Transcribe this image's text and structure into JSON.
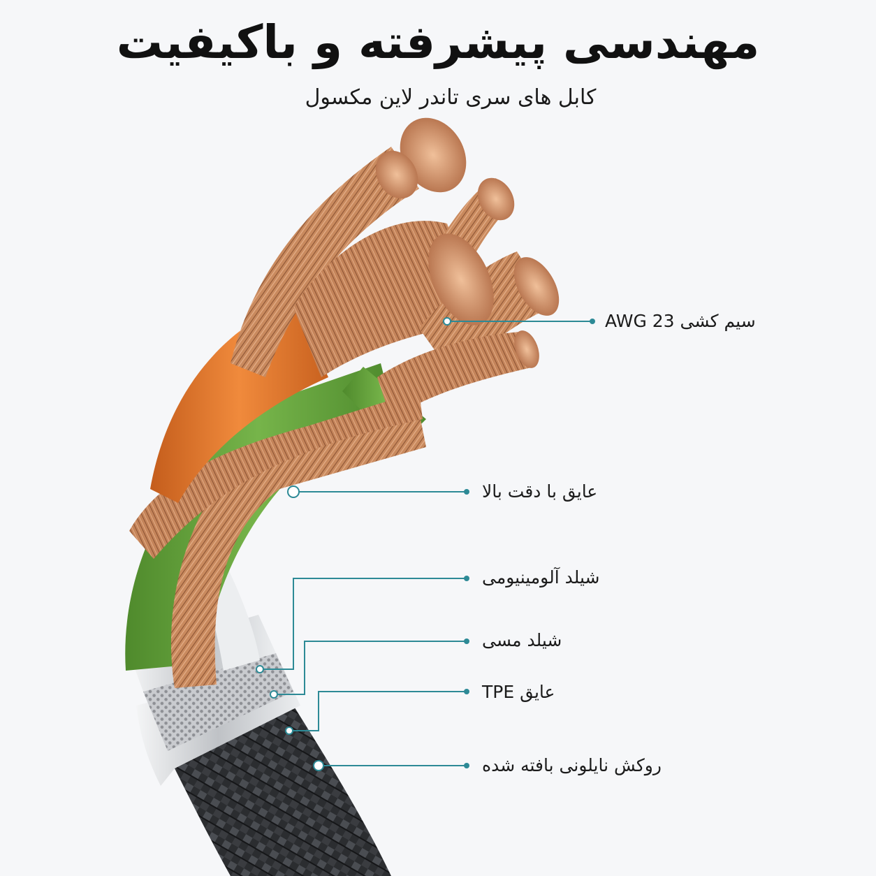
{
  "header": {
    "title": "مهندسی پیشرفته و باکیفیت",
    "subtitle": "کابل های سری تاندر لاین مکسول"
  },
  "callouts": [
    {
      "id": "conductor",
      "label": "سیم کشی 23 AWG"
    },
    {
      "id": "insulation",
      "label": "عایق با دقت بالا"
    },
    {
      "id": "aluminum-shield",
      "label": "شیلد آلومینیومی"
    },
    {
      "id": "copper-shield",
      "label": "شیلد مسی"
    },
    {
      "id": "tpe",
      "label": "عایق TPE"
    },
    {
      "id": "jacket",
      "label": "روکش نایلونی بافته شده"
    }
  ],
  "colors": {
    "background": "#f6f7f9",
    "copper": "#c98a5e",
    "copper_dark": "#8d5535",
    "orange_wire": "#e07a2f",
    "green_wire": "#6aa93f",
    "silver": "#d9dbde",
    "braid": "#2b2d30",
    "leader": "#2d8a96"
  }
}
